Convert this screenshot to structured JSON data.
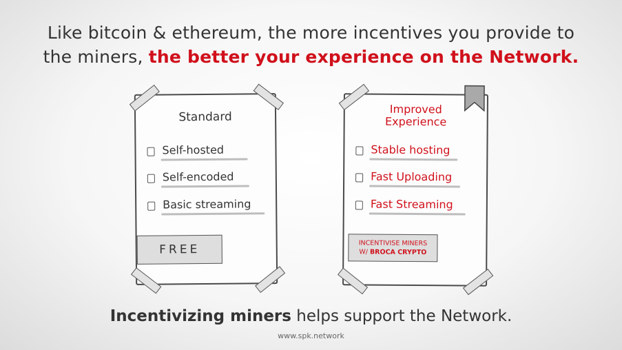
{
  "headline": {
    "line1": "Like bitcoin & ethereum, the more incentives you provide to",
    "line2_plain": "the miners, ",
    "line2_highlight": "the better your experience on the Network."
  },
  "cards": {
    "standard": {
      "title": "Standard",
      "items": [
        "Self-hosted",
        "Self-encoded",
        "Basic streaming"
      ],
      "badge": "FREE"
    },
    "improved": {
      "title_line1": "Improved",
      "title_line2": "Experience",
      "items": [
        "Stable hosting",
        "Fast Uploading",
        "Fast Streaming"
      ],
      "badge_line1": "INCENTIVISE MINERS",
      "badge_line2_prefix": "W/ ",
      "badge_line2_bold": "BROCA CRYPTO"
    }
  },
  "footer": {
    "bold": "Incentivizing miners",
    "rest": " helps support the Network.",
    "url": "www.spk.network"
  },
  "colors": {
    "accent": "#d0101b",
    "ink": "#333333",
    "tape": "#e3e3e3"
  }
}
